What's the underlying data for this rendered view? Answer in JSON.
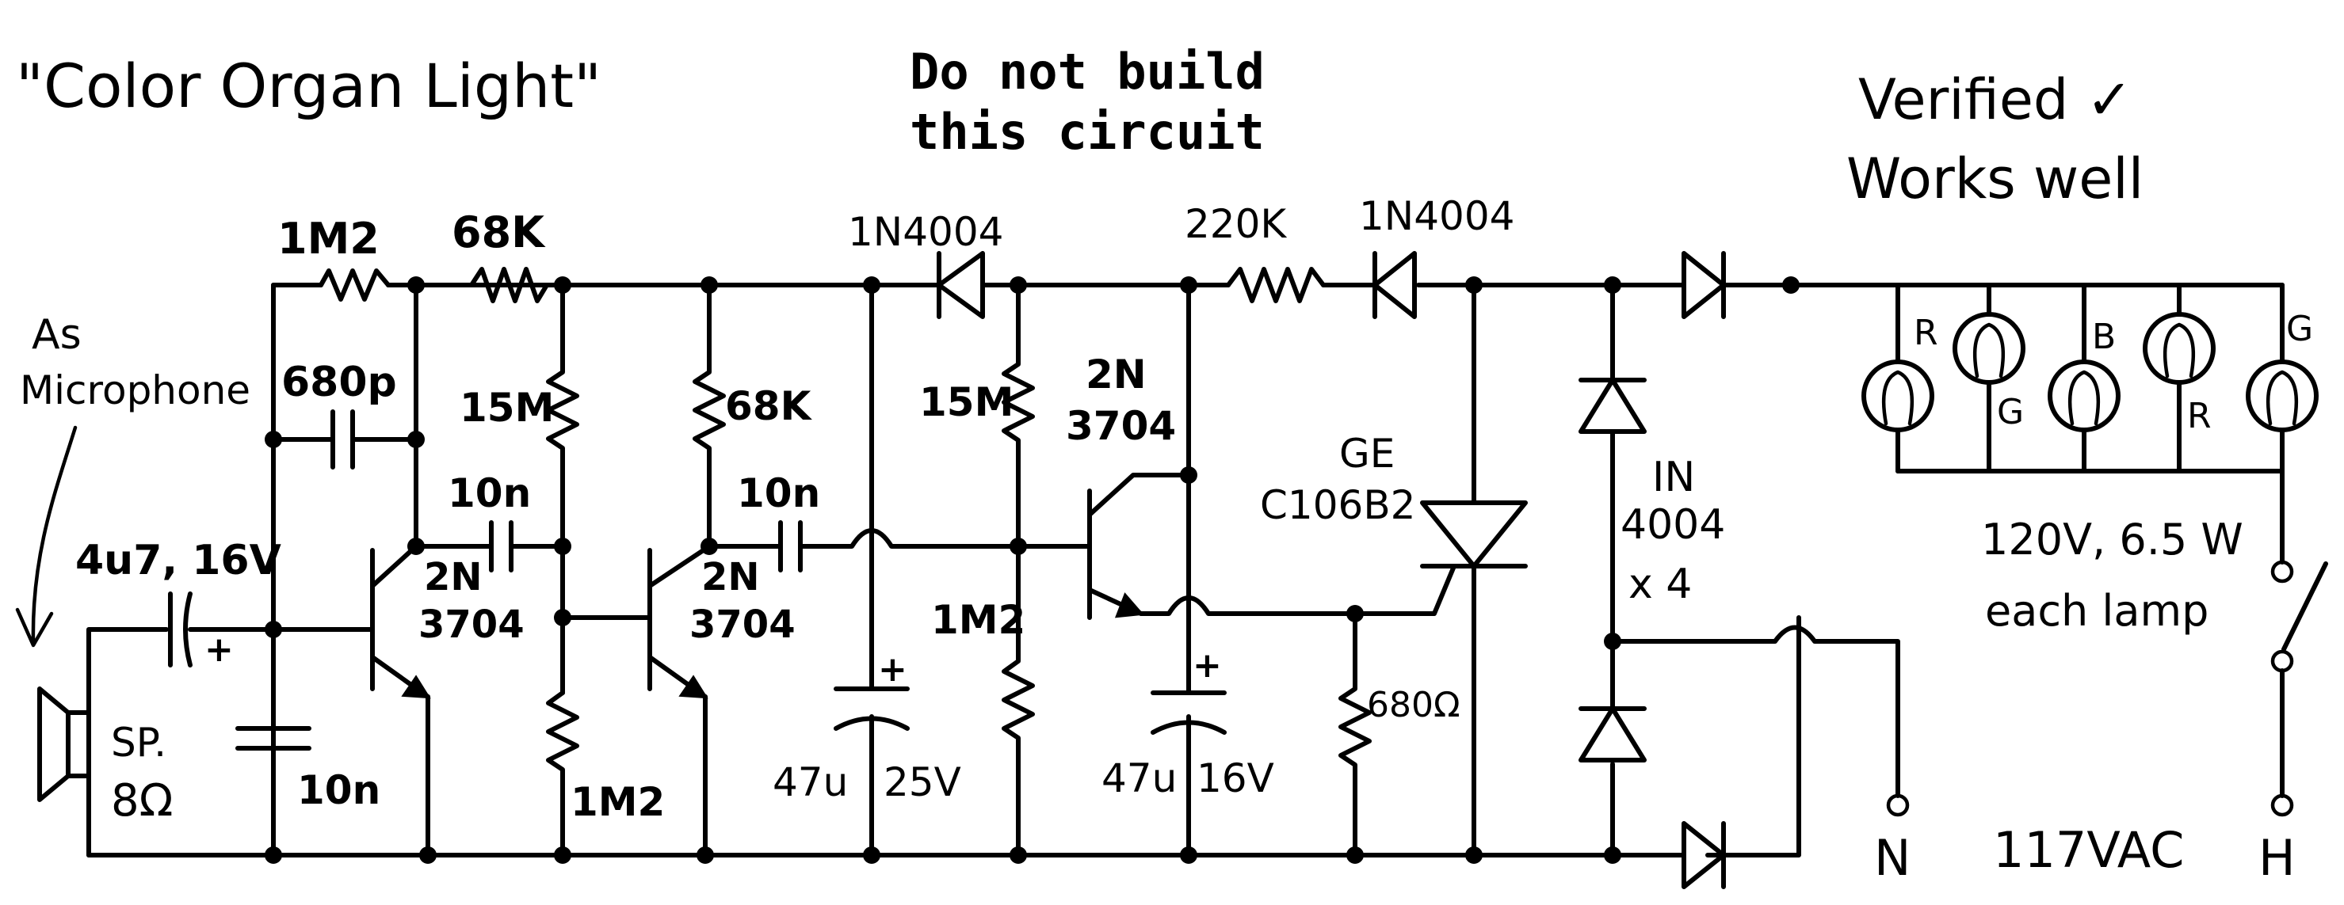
{
  "title": "\"Color Organ Light\"",
  "warning": {
    "line1": "Do not build",
    "line2": "this circuit"
  },
  "verified": {
    "line1": "Verified ✓",
    "line2": "Works well"
  },
  "labels": {
    "mic1": "As",
    "mic2": "Microphone",
    "cap_in": "4u7, 16V",
    "plus": "+",
    "spk1": "SP.",
    "spk2": "8Ω",
    "r_1m2_a": "1M2",
    "r_68k_a": "68K",
    "c_680p": "680p",
    "r_15m_a": "15M",
    "c_10n_a": "10n",
    "q1_a": "2N",
    "q1_b": "3704",
    "c_10n_gnd": "10n",
    "r_1m2_b": "1M2",
    "r_68k_b": "68K",
    "c_10n_b": "10n",
    "q2_a": "2N",
    "q2_b": "3704",
    "d_1n4004_a": "1N4004",
    "r_15m_b": "15M",
    "r_1m2_c": "1M2",
    "c_47u_a": "47u",
    "c_25v": "25V",
    "q3_a": "2N",
    "q3_b": "3704",
    "c_47u_b": "47u",
    "c_16v": "16V",
    "r_220k": "220K",
    "d_1n4004_b": "1N4004",
    "scr_a": "GE",
    "scr_b": "C106B2",
    "r_680": "680Ω",
    "bridge_a": "IN",
    "bridge_b": "4004",
    "bridge_c": "x 4",
    "lamp_r1": "R",
    "lamp_g1": "G",
    "lamp_b": "B",
    "lamp_r2": "R",
    "lamp_g2": "G",
    "lamp_rating1": "120V, 6.5 W",
    "lamp_rating2": "each lamp",
    "mains_n": "N",
    "mains": "117VAC",
    "mains_h": "H"
  }
}
